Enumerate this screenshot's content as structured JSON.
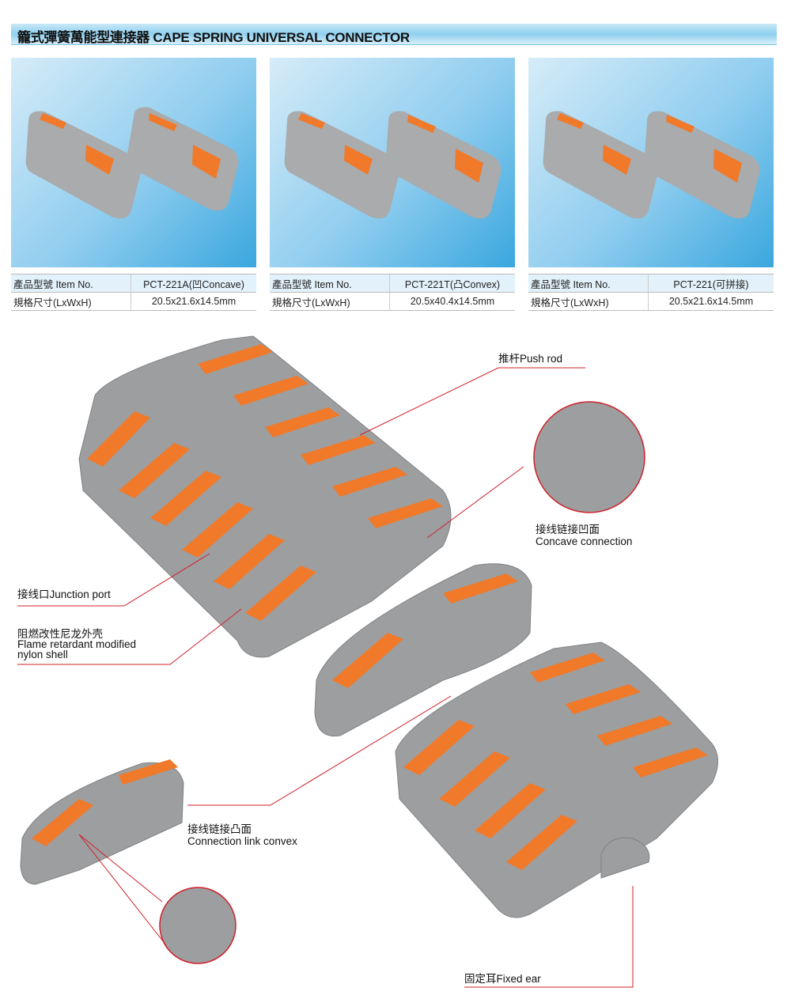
{
  "header": {
    "title": "籠式彈簧萬能型連接器 CAPE SPRING UNIVERSAL CONNECTOR"
  },
  "products": [
    {
      "item_label": "產品型號 Item No.",
      "item_no": "PCT-221A(凹Concave)",
      "size_label": "規格尺寸(LxWxH)",
      "size": "20.5x21.6x14.5mm"
    },
    {
      "item_label": "產品型號 Item No.",
      "item_no": "PCT-221T(凸Convex)",
      "size_label": "規格尺寸(LxWxH)",
      "size": "20.5x40.4x14.5mm"
    },
    {
      "item_label": "產品型號 Item No.",
      "item_no": "PCT-221(可拼接)",
      "size_label": "規格尺寸(LxWxH)",
      "size": "20.5x21.6x14.5mm"
    }
  ],
  "callouts": {
    "push_rod": "推杆Push rod",
    "concave_cn": "接线链接凹面",
    "concave_en": "Concave connection",
    "junction_port": "接线口Junction port",
    "shell_cn": "阻燃改性尼龙外壳",
    "shell_en1": "Flame retardant modified",
    "shell_en2": "nylon shell",
    "convex_cn": "接线链接凸面",
    "convex_en": "Connection link convex",
    "fixed_ear": "固定耳Fixed ear"
  },
  "colors": {
    "accent_line": "#d0202a",
    "housing": "#9a9c9e",
    "lever": "#f07a2a"
  }
}
